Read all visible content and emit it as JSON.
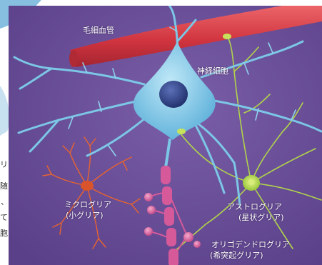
{
  "labels": {
    "capillary": "毛細血管",
    "neuron": "神経細胞",
    "astroglia": "アストログリア",
    "astroglia_alt": "(星状グリア)",
    "microglia": "ミクログリア",
    "microglia_alt": "(小グリア)",
    "oligodendroglia": "オリゴデンドログリア",
    "oligodendroglia_alt": "(希突起グリア)"
  },
  "margin_text": [
    "リ",
    "随",
    "、",
    "て",
    "胞"
  ],
  "colors": {
    "background": "#6a4f98",
    "capillary": "#d43a45",
    "neuron": "#7cc6e6",
    "nucleus": "#2b3f86",
    "astroglia": "#a6d13c",
    "microglia": "#e8632e",
    "oligodendroglia": "#d65a9a",
    "label": "#ffffff"
  }
}
